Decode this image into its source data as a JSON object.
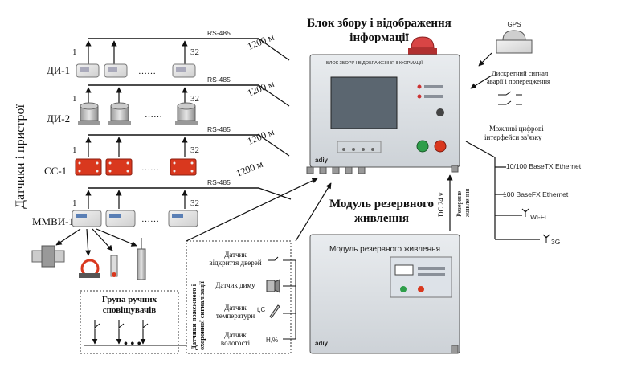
{
  "side_title": "Датчики і пристрої",
  "main_title": {
    "line1": "Блок збору і відображення",
    "line2": "інформації"
  },
  "device_label": "БЛОК ЗБОРУ І ВІДОБРАЖЕННЯ ІНФОРМАЦІЇ",
  "device_brand": "adiy",
  "backup_title": {
    "line1": "Модуль резервного",
    "line2": "живлення"
  },
  "backup_device_label": "Модуль резервного живлення",
  "backup_brand": "adiy",
  "rows": [
    {
      "label": "ДИ-1",
      "bus": "RS-485",
      "distance": "1200 м",
      "first": "1",
      "last": "32"
    },
    {
      "label": "ДИ-2",
      "bus": "RS-485",
      "distance": "1200 м",
      "first": "1",
      "last": "32"
    },
    {
      "label": "СС-1",
      "bus": "RS-485",
      "distance": "1200 м",
      "first": "1",
      "last": "32"
    },
    {
      "label": "ММВИ-1",
      "bus": "RS-485",
      "distance": "1200 м",
      "first": "1",
      "last": "32"
    }
  ],
  "gps": {
    "label": "GPS",
    "note_line1": "Дискретний сигнал",
    "note_line2": "аварії і попередження"
  },
  "interfaces": {
    "title_line1": "Можливі цифрові",
    "title_line2": "інтерфейси зв'язку",
    "items": [
      "10/100 BaseTX Ethernet",
      "100 BaseFX Ethernet",
      "Wi-Fi",
      "3G"
    ]
  },
  "power": {
    "dc": "DC 24 v",
    "reserve_line1": "Резервне",
    "reserve_line2": "живлення"
  },
  "manual_group": {
    "title_line1": "Група ручних",
    "title_line2": "сповіщувачів"
  },
  "fire_sensors": {
    "vertical_line1": "Датчики пожежного і",
    "vertical_line2": "охоронної сигналізації",
    "items": [
      {
        "line1": "Датчик",
        "line2": "відкриття дверей",
        "symbol": ""
      },
      {
        "line1": "Датчик диму",
        "line2": "",
        "symbol": ""
      },
      {
        "line1": "Датчик",
        "line2": "температури",
        "symbol": "t,C"
      },
      {
        "line1": "Датчик",
        "line2": "вологості",
        "symbol": "H,%"
      }
    ]
  },
  "colors": {
    "alarm_lamp": "#d84545",
    "module_red": "#d9381e",
    "screen": "#5b6670",
    "brand": "#1e5aa8"
  }
}
